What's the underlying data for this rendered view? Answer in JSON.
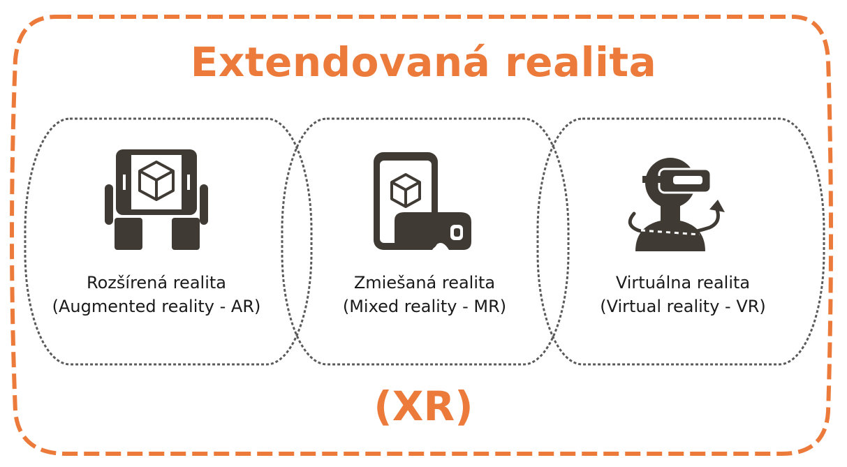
{
  "title": "Extendovaná realita",
  "abbreviation": "(XR)",
  "colors": {
    "accent": "#ec7b3b",
    "icon": "#3f3a34",
    "dashed_outline": "#555555",
    "text": "#1a1a1a"
  },
  "segments": [
    {
      "icon": "ar-tablet-hands-icon",
      "line1": "Rozšírená realita",
      "line2": "(Augmented reality - AR)"
    },
    {
      "icon": "mr-phone-headset-icon",
      "line1": "Zmiešaná realita",
      "line2": "(Mixed reality - MR)"
    },
    {
      "icon": "vr-user-headset-icon",
      "line1": "Virtuálna realita",
      "line2": "(Virtual reality - VR)"
    }
  ]
}
